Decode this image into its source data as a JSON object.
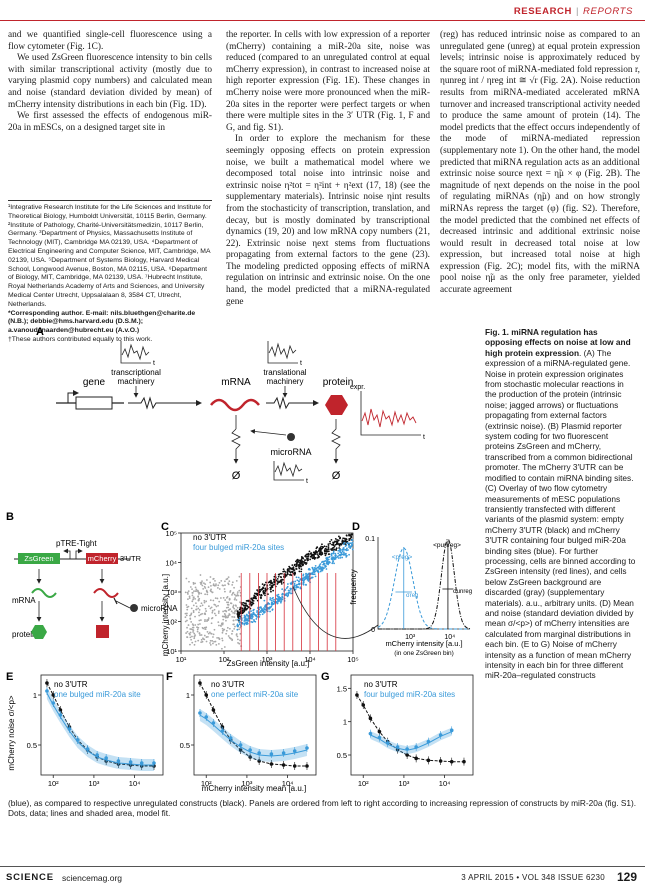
{
  "header": {
    "section": "RESEARCH",
    "separator": "|",
    "subsection": "REPORTS"
  },
  "columns": {
    "col1": [
      "and we quantified single-cell fluorescence using a flow cytometer (Fig. 1C).",
      "We used ZsGreen fluorescence intensity to bin cells with similar transcriptional activity (mostly due to varying plasmid copy numbers) and calculated mean and noise (standard deviation divided by mean) of mCherry intensity distributions in each bin (Fig. 1D).",
      "We first assessed the effects of endogenous miR-20a in mESCs, on a designed target site in"
    ],
    "col2": [
      "the reporter. In cells with low expression of a reporter (mCherry) containing a miR-20a site, noise was reduced (compared to an unregulated control at equal mCherry expression), in contrast to increased noise at high reporter expression (Fig. 1E). These changes in mCherry noise were more pronounced when the miR-20a sites in the reporter were perfect targets or when there were multiple sites in the 3′ UTR (Fig. 1, F and G, and fig. S1).",
      "In order to explore the mechanism for these seemingly opposing effects on protein expression noise, we built a mathematical model where we decomposed total noise into intrinsic noise and extrinsic noise η²tot = η²int + η²ext (17, 18) (see the supplementary materials). Intrinsic noise ηint results from the stochasticity of transcription, translation, and decay, but is mostly dominated by transcriptional dynamics (19, 20) and low mRNA copy numbers (21, 22). Extrinsic noise ηext stems from fluctuations propagating from external factors to the gene (23). The modeling predicted opposing effects of miRNA regulation on intrinsic and extrinsic noise. On the one hand, the model predicted that a miRNA-regulated gene"
    ],
    "col3": [
      "(reg) has reduced intrinsic noise as compared to an unregulated gene (unreg) at equal protein expression levels; intrinsic noise is approximately reduced by the square root of miRNA-mediated fold repression r, ηunreg int / ηreg int ≅ √r (Fig. 2A). Noise reduction results from miRNA-mediated accelerated mRNA turnover and increased transcriptional activity needed to produce the same amount of protein (14). The model predicts that the effect occurs independently of the mode of miRNA-mediated repression (supplementary note 1). On the other hand, the model predicted that miRNA regulation acts as an additional extrinsic noise source ηext = η̃μ × φ (Fig. 2B). The magnitude of ηext depends on the noise in the pool of regulating miRNAs (η̃μ) and on how strongly miRNAs repress the target (φ) (fig. S2). Therefore, the model predicted that the combined net effects of decreased intrinsic and additional extrinsic noise would result in decreased total noise at low expression, but increased total noise at high expression (Fig. 2C); model fits, with the miRNA pool noise η̃μ as the only free parameter, yielded accurate agreement"
    ]
  },
  "affiliations": {
    "text": "¹Integrative Research Institute for the Life Sciences and Institute for Theoretical Biology, Humboldt Universität, 10115 Berlin, Germany. ²Institute of Pathology, Charité-Universitätsmedizin, 10117 Berlin, Germany. ³Department of Physics, Massachusetts Institute of Technology (MIT), Cambridge MA 02139, USA. ⁴Department of Electrical Engineering and Computer Science, MIT, Cambridge, MA 02139, USA. ⁵Department of Systems Biology, Harvard Medical School, Longwood Avenue, Boston, MA 02115, USA. ⁶Department of Biology, MIT, Cambridge, MA 02139, USA. ⁷Hubrecht Institute, Royal Netherlands Academy of Arts and Sciences, and University Medical Center Utrecht, Uppsalalaan 8, 3584 CT, Utrecht, Netherlands.",
    "corresponding": "*Corresponding author. E-mail: nils.bluethgen@charite.de (N.B.); debbie@hms.harvard.edu (D.S.M.); a.vanoudenaarden@hubrecht.eu (A.v.O.)",
    "equal": "†These authors contributed equally to this work."
  },
  "figure": {
    "panelA": {
      "letter": "A",
      "gene": "gene",
      "mrna": "mRNA",
      "protein": "protein",
      "microrna": "microRNA",
      "trans_mach": [
        "transcriptional",
        "machinery"
      ],
      "transl_mach": [
        "translational",
        "machinery"
      ],
      "expr": "expr.",
      "t": "t",
      "decay": "Ø"
    },
    "panelB": {
      "letter": "B",
      "promoter": "pTRE-Tight",
      "zsgreen": "ZsGreen",
      "mcherry": "mCherry",
      "utr": "3′UTR",
      "mrna": "mRNA",
      "protein": "protein",
      "microrna": "microRNA"
    },
    "panelC": {
      "letter": "C",
      "legend1": "no 3′UTR",
      "legend2": "four bulged miR-20a sites",
      "ylabel": "mCherry intensity [a.u.]",
      "xlabel": "ZsGreen intensity [a.u.]"
    },
    "panelD": {
      "letter": "D",
      "ylabel": "frequency",
      "xlabel": "mCherry intensity [a.u.]",
      "sublabel": "(in one ZsGreen bin)",
      "mean_reg": "<preg>",
      "mean_unreg": "<punreg>",
      "sigma_reg": "σreg",
      "sigma_unreg": "σunreg"
    },
    "panelE": {
      "letter": "E",
      "legend1": "no 3′UTR",
      "legend2": "one bulged miR-20a site"
    },
    "panelF": {
      "letter": "F",
      "legend1": "no 3′UTR",
      "legend2": "one perfect miR-20a site"
    },
    "panelG": {
      "letter": "G",
      "legend1": "no 3′UTR",
      "legend2": "four bulged miR-20a sites"
    },
    "efg_ylabel": "mCherry noise σ/<p>",
    "efg_xlabel": "mCherry intensity mean [a.u.]",
    "colors": {
      "reg": "#3a9ad9",
      "unreg": "#111111",
      "bins": "#d6303b",
      "background": "#a8a8a8",
      "zsgreen": "#3aa845",
      "mcherry": "#c0242c"
    }
  },
  "chart_data": [
    {
      "type": "scatter",
      "panel": "C",
      "xscale": "log",
      "yscale": "log",
      "xlim": [
        10,
        100000
      ],
      "ylim": [
        10,
        100000
      ],
      "xticks": [
        "10¹",
        "10²",
        "10³",
        "10⁴",
        "10⁵"
      ],
      "yticks": [
        "10¹",
        "10²",
        "10³",
        "10⁴",
        "10⁵"
      ],
      "series": [
        {
          "name": "no 3′UTR",
          "trend_x": [
            200,
            1000,
            10000,
            100000
          ],
          "trend_y": [
            150,
            1500,
            15000,
            80000
          ]
        },
        {
          "name": "four bulged miR-20a sites",
          "trend_x": [
            200,
            1000,
            10000,
            100000
          ],
          "trend_y": [
            80,
            300,
            4000,
            40000
          ]
        }
      ]
    },
    {
      "type": "line",
      "panel": "D",
      "xscale": "log",
      "ylim": [
        0,
        0.1
      ],
      "xticks": [
        "10³",
        "10⁴"
      ],
      "yticks": [
        "0",
        "0.1"
      ]
    },
    {
      "type": "line",
      "panel": "E",
      "xscale": "log",
      "ylim": [
        0.2,
        1.2
      ],
      "xticks": [
        "10²",
        "10³",
        "10⁴"
      ],
      "yticks": [
        "0.5",
        "1"
      ],
      "series": [
        {
          "name": "no 3′UTR",
          "x": [
            70,
            100,
            150,
            250,
            400,
            700,
            1200,
            2000,
            4000,
            8000,
            15000,
            30000
          ],
          "y": [
            1.12,
            1.0,
            0.85,
            0.68,
            0.55,
            0.45,
            0.38,
            0.34,
            0.31,
            0.3,
            0.29,
            0.29
          ]
        },
        {
          "name": "one bulged miR-20a site",
          "x": [
            70,
            100,
            150,
            250,
            400,
            700,
            1200,
            2000,
            4000,
            8000,
            15000,
            30000
          ],
          "y": [
            1.02,
            0.9,
            0.78,
            0.64,
            0.53,
            0.44,
            0.38,
            0.35,
            0.32,
            0.31,
            0.3,
            0.3
          ]
        }
      ]
    },
    {
      "type": "line",
      "panel": "F",
      "xscale": "log",
      "ylim": [
        0.2,
        1.2
      ],
      "xticks": [
        "10²",
        "10³",
        "10⁴"
      ],
      "yticks": [
        "0.5",
        "1"
      ],
      "series": [
        {
          "name": "no 3′UTR",
          "x": [
            70,
            100,
            150,
            250,
            400,
            700,
            1200,
            2000,
            4000,
            8000,
            15000,
            30000
          ],
          "y": [
            1.12,
            1.0,
            0.85,
            0.68,
            0.55,
            0.45,
            0.38,
            0.34,
            0.31,
            0.3,
            0.29,
            0.29
          ]
        },
        {
          "name": "one perfect miR-20a site",
          "x": [
            70,
            100,
            150,
            250,
            400,
            700,
            1200,
            2000,
            4000,
            8000,
            15000,
            30000
          ],
          "y": [
            0.8,
            0.76,
            0.7,
            0.62,
            0.55,
            0.48,
            0.43,
            0.4,
            0.39,
            0.4,
            0.42,
            0.45
          ]
        }
      ]
    },
    {
      "type": "line",
      "panel": "G",
      "xscale": "log",
      "ylim": [
        0.2,
        1.7
      ],
      "xticks": [
        "10²",
        "10³",
        "10⁴"
      ],
      "yticks": [
        "0.5",
        "1",
        "1.5"
      ],
      "series": [
        {
          "name": "no 3′UTR",
          "x": [
            70,
            100,
            150,
            250,
            400,
            700,
            1200,
            2000,
            4000,
            8000,
            15000,
            30000
          ],
          "y": [
            1.4,
            1.25,
            1.05,
            0.85,
            0.7,
            0.58,
            0.5,
            0.45,
            0.42,
            0.41,
            0.4,
            0.4
          ]
        },
        {
          "name": "four bulged miR-20a sites",
          "x": [
            150,
            250,
            400,
            700,
            1200,
            2000,
            4000,
            8000,
            15000
          ],
          "y": [
            0.8,
            0.74,
            0.66,
            0.6,
            0.57,
            0.6,
            0.68,
            0.78,
            0.85
          ]
        }
      ]
    }
  ],
  "caption": {
    "title": "Fig. 1. miRNA regulation has opposing effects on noise at low and high protein expression",
    "title_end": ".",
    "body": "(A) The expression of a miRNA-regulated gene. Noise in protein expression originates from stochastic molecular reactions in the production of the protein (intrinsic noise; jagged arrows) or fluctuations propagating from external factors (extrinsic noise). (B) Plasmid reporter system coding for two fluorescent proteins ZsGreen and mCherry, transcribed from a common bidirectional promoter. The mCherry 3′UTR can be modified to contain miRNA binding sites. (C) Overlay of two flow cytometry measurements of mESC populations transiently transfected with different variants of the plasmid system: empty mCherry 3′UTR (black) and mCherry 3′UTR containing four bulged miR-20a binding sites (blue). For further processing, cells are binned according to ZsGreen intensity (red lines), and cells below ZsGreen background are discarded (gray) (supplementary materials). a.u., arbitrary units. (D) Mean and noise (standard deviation divided by mean σ/<p>) of mCherry intensities are calculated from marginal distributions in each bin. (E to G) Noise of mCherry intensity as a function of mean mCherry intensity in each bin for three different miR-20a–regulated constructs",
    "continuation": "(blue), as compared to respective unregulated constructs (black). Panels are ordered from left to right according to increasing repression of constructs by miR-20a (fig. S1). Dots, data; lines and shaded area, model fit."
  },
  "footer": {
    "journal": "SCIENCE",
    "site": "sciencemag.org",
    "issue": "3 APRIL 2015 • VOL 348 ISSUE 6230",
    "page": "129"
  }
}
